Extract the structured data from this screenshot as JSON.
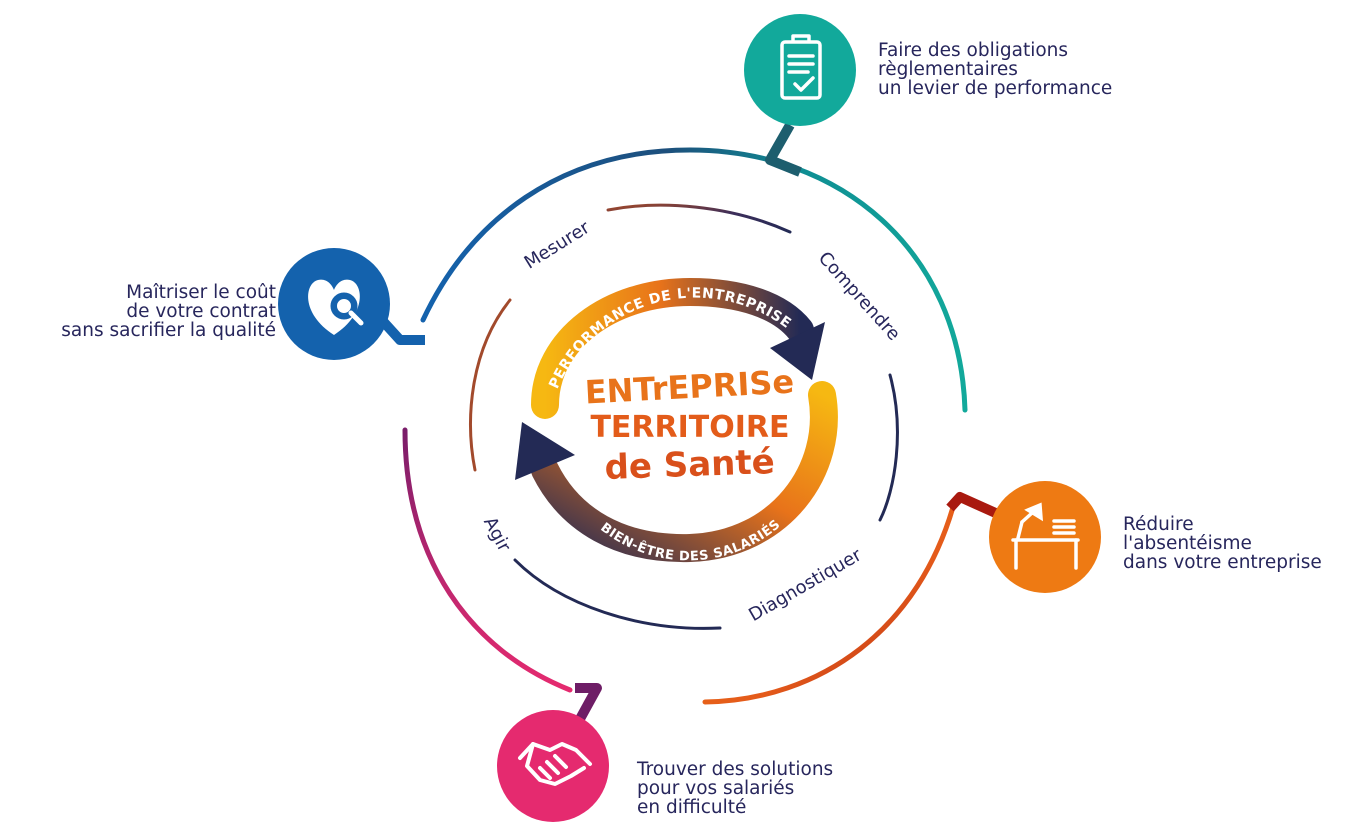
{
  "center_title": {
    "line1": "ENTrEPRISe",
    "line2": "TERRITOIRE",
    "line3": "de Santé"
  },
  "arrow_labels": {
    "top": "PERFORMANCE DE L'ENTREPRISE",
    "bottom": "BIEN-ÊTRE DES SALARIÉS"
  },
  "cycle_steps": {
    "mesurer": "Mesurer",
    "comprendre": "Comprendre",
    "diagnostiquer": "Diagnostiquer",
    "agir": "Agir"
  },
  "benefits": {
    "obligations": {
      "icon": "clipboard-check-icon",
      "color": "#12a99b",
      "lines": [
        "Faire des obligations",
        "règlementaires",
        "un levier de performance"
      ]
    },
    "cout": {
      "icon": "heart-magnifier-icon",
      "color": "#1462ad",
      "lines": [
        "Maîtriser le coût",
        "de votre contrat",
        "sans sacrifier la qualité"
      ]
    },
    "absenteisme": {
      "icon": "desk-lamp-icon",
      "color": "#ee7a13",
      "lines": [
        "Réduire",
        "l'absentéisme",
        "dans votre entreprise"
      ]
    },
    "solutions": {
      "icon": "handshake-icon",
      "color": "#e52a6f",
      "lines": [
        "Trouver des solutions",
        "pour vos salariés",
        "en difficulté"
      ]
    }
  },
  "colors": {
    "text": "#27265c",
    "navy": "#232a55",
    "orange": "#e8731a",
    "yellow": "#f6b812"
  }
}
